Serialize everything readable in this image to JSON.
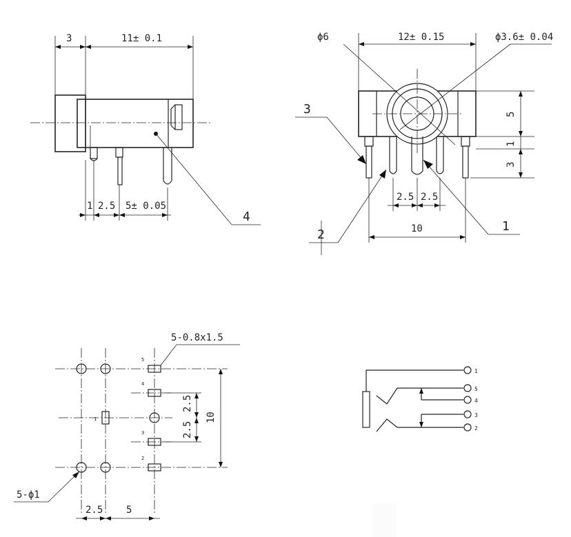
{
  "side_view": {
    "dim_front": "3",
    "dim_body": "11± 0.1",
    "dim_pitch_1": "1",
    "dim_pitch_2": "2.5",
    "dim_pitch_3": "5± 0.05",
    "callout_4": "4"
  },
  "front_view": {
    "dia_outer": "ϕ6",
    "dim_width": "12± 0.15",
    "dia_inner": "ϕ3.6± 0.04",
    "dim_h5": "5",
    "dim_h1": "1",
    "dim_h3": "3",
    "callout_3": "3",
    "callout_2": "2",
    "callout_1": "1",
    "dim_pitch_a": "2.5",
    "dim_pitch_b": "2.5",
    "dim_span": "10"
  },
  "footprint": {
    "slot_label": "5-0.8x1.5",
    "hole_label": "5-ϕ1",
    "dim_2_5_a": "2.5",
    "dim_2_5_b": "2.5",
    "dim_10": "10",
    "dim_bottom_a": "2.5",
    "dim_bottom_b": "5",
    "pad_5": "5",
    "pad_4": "4",
    "pad_1": "1",
    "pad_3": "3",
    "pad_2": "2"
  },
  "schematic": {
    "pin_1": "1",
    "pin_5": "5",
    "pin_4": "4",
    "pin_3": "3",
    "pin_2": "2"
  }
}
